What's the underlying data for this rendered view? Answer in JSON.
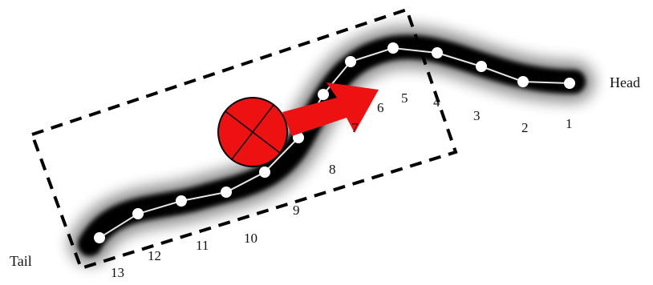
{
  "labels": {
    "head": "Head",
    "tail": "Tail"
  },
  "nodes": [
    "1",
    "2",
    "3",
    "4",
    "5",
    "6",
    "7",
    "8",
    "9",
    "10",
    "11",
    "12",
    "13"
  ],
  "colors": {
    "worm": "#000000",
    "spine": "#ffffff",
    "centroid_marker": "#ee1111",
    "direction_arrow": "#ee1111",
    "bounding_box": "#000000",
    "background": "#ffffff"
  }
}
